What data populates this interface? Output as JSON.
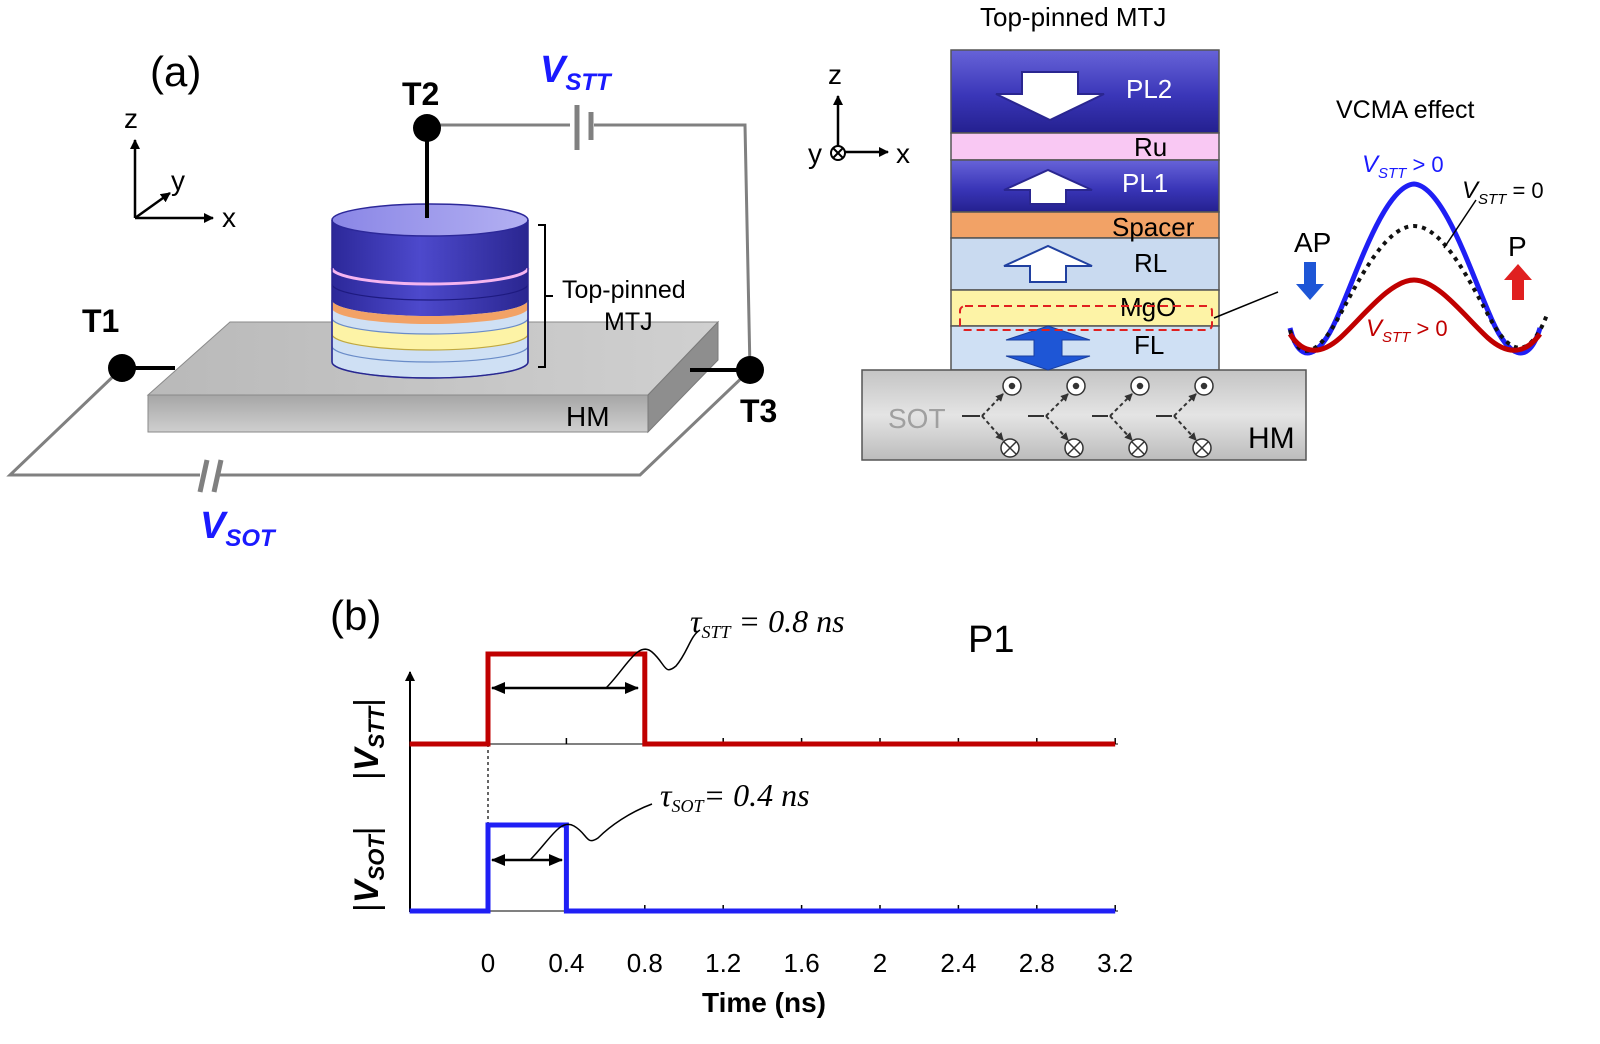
{
  "panel_a": {
    "label": "(a)",
    "axes": {
      "z": "z",
      "y": "y",
      "x": "x"
    },
    "terminals": {
      "t1": "T1",
      "t2": "T2",
      "t3": "T3"
    },
    "v_stt": {
      "main": "V",
      "sub": "STT"
    },
    "v_sot": {
      "main": "V",
      "sub": "SOT"
    },
    "hm_label": "HM",
    "mtj_label_line1": "Top-pinned",
    "mtj_label_line2": "MTJ"
  },
  "stack": {
    "title": "Top-pinned MTJ",
    "axes": {
      "z": "z",
      "y": "y",
      "x": "x"
    },
    "layers": {
      "pl2": "PL2",
      "ru": "Ru",
      "pl1": "PL1",
      "spacer": "Spacer",
      "rl": "RL",
      "mgo": "MgO",
      "fl": "FL"
    },
    "hm_label": "HM",
    "sot_label": "SOT"
  },
  "vcma": {
    "title": "VCMA effect",
    "ap_label": "AP",
    "p_label": "P",
    "blue_label": {
      "main": "V",
      "sub": "STT",
      "rel": " > 0"
    },
    "black_label": {
      "main": "V",
      "sub": "STT",
      "rel": " = 0"
    },
    "red_label": {
      "main": "V",
      "sub": "STT",
      "rel": " > 0"
    }
  },
  "panel_b": {
    "label": "(b)",
    "p1_label": "P1",
    "tau_stt": {
      "main": "τ",
      "sub": "STT",
      "rest": " = 0.8 ns"
    },
    "tau_sot": {
      "main": "τ",
      "sub": "SOT",
      "rest": "= 0.4 ns"
    },
    "ylabel_stt": "|VSTT|",
    "ylabel_sot": "|VSOT|",
    "xlabel": "Time (ns)"
  },
  "chart_data": {
    "type": "line",
    "xlabel": "Time (ns)",
    "x_ticks": [
      0,
      0.4,
      0.8,
      1.2,
      1.6,
      2,
      2.4,
      2.8,
      3.2
    ],
    "x_tick_labels": [
      "0",
      "0.4",
      "0.8",
      "1.2",
      "1.6",
      "2",
      "2.4",
      "2.8",
      "3.2"
    ],
    "xlim": [
      -0.4,
      3.2
    ],
    "series": [
      {
        "name": "|VSTT|",
        "color": "#c00000",
        "x": [
          -0.4,
          0,
          0,
          0.8,
          0.8,
          3.2
        ],
        "y": [
          0,
          0,
          1,
          1,
          0,
          0
        ]
      },
      {
        "name": "|VSOT|",
        "color": "#1f1ff5",
        "x": [
          -0.4,
          0,
          0,
          0.4,
          0.4,
          3.2
        ],
        "y": [
          0,
          0,
          1,
          1,
          0,
          0
        ]
      }
    ]
  },
  "colors": {
    "blue_text": "#1a1aff",
    "stt_red": "#c00000",
    "sot_blue": "#1f1ff5",
    "pinned_layer": "#3a36b8",
    "ru": "#f9c8f3",
    "spacer": "#f2a266",
    "rl": "#c9daf0",
    "mgo": "#fdf3a6",
    "fl": "#cfe0f4"
  }
}
